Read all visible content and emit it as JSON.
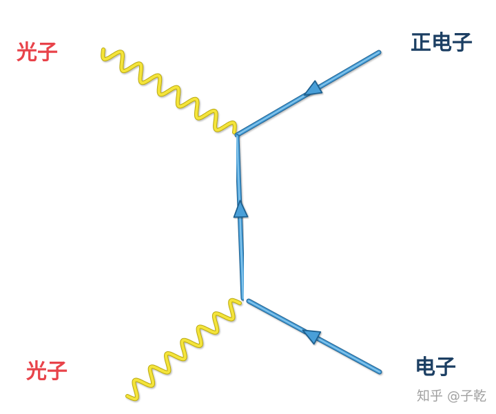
{
  "colors": {
    "photon": "#f4e43a",
    "photon_shadow": "#b9a80e",
    "fermion": "#4a9fd8",
    "fermion_dark": "#1f5f8e",
    "fermion_light": "#9ad3f3",
    "label_red": "#e8434a",
    "label_navy": "#1c3f63"
  },
  "labels": {
    "photon_top": "光子",
    "positron": "正电子",
    "photon_bottom": "光子",
    "electron": "电子"
  },
  "watermark": "知乎 @子乾",
  "icons": {
    "photon_line": "wavy-line",
    "fermion_line": "straight-arrow-line"
  }
}
